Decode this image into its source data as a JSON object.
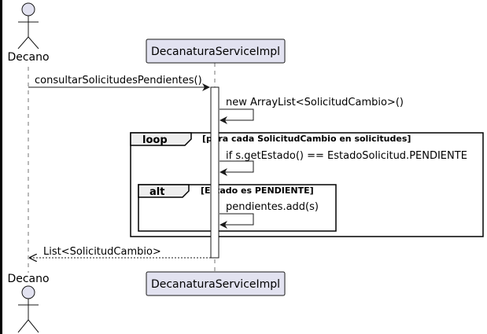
{
  "actor": {
    "name": "Decano"
  },
  "participant": {
    "name": "DecanaturaServiceImpl"
  },
  "messages": [
    {
      "text": "consultarSolicitudesPendientes()"
    },
    {
      "text": "new ArrayList<SolicitudCambio>()"
    },
    {
      "text": "if s.getEstado() == EstadoSolicitud.PENDIENTE"
    },
    {
      "text": "pendientes.add(s)"
    },
    {
      "text": "List<SolicitudCambio>"
    }
  ],
  "frames": {
    "loop": {
      "keyword": "loop",
      "guard": "[para cada SolicitudCambio en solicitudes]"
    },
    "alt": {
      "keyword": "alt",
      "guard": "[Estado es PENDIENTE]"
    }
  },
  "colors": {
    "box_fill": "#E2E2F0",
    "box_stroke": "#181818",
    "frame_header_fill": "#EEEEEE",
    "lifeline": "#181818"
  }
}
